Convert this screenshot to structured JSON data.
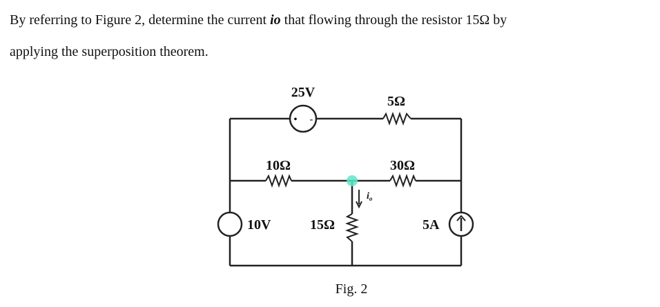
{
  "question": {
    "line1_before": "By referring to Figure 2, determine the current ",
    "symbol": "io",
    "line1_after": " that flowing through the resistor 15Ω by",
    "line2": "applying the superposition theorem."
  },
  "circuit": {
    "v25": "25V",
    "r5": "5Ω",
    "r10": "10Ω",
    "r30": "30Ω",
    "v10": "10V",
    "r15": "15Ω",
    "i5": "5A",
    "current_label": "i",
    "current_sub": "o",
    "caption": "Fig. 2"
  },
  "colors": {
    "highlight": "#5fe8c8",
    "wire": "#222222"
  }
}
